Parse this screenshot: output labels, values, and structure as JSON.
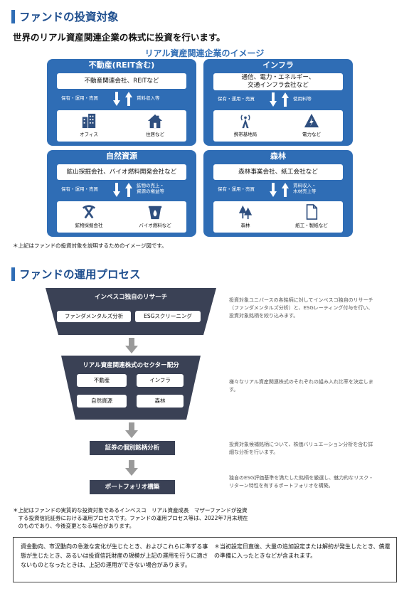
{
  "section1": {
    "title": "ファンドの投資対象"
  },
  "lead": "世界のリアル資産関連企業の株式に投資を行います。",
  "image_title": "リアル資産関連企業のイメージ",
  "colors": {
    "brand_blue": "#2f6db5",
    "dark_navy": "#3a4155",
    "heading_blue": "#1f4f8f"
  },
  "sectors": {
    "real_estate": {
      "title": "不動産(REIT含む)",
      "companies": "不動産関連会社、REITなど",
      "down_label": "保有・運用・売買",
      "up_label": "賃料収入等",
      "icons": [
        {
          "icon": "office-building-icon",
          "label": "オフィス"
        },
        {
          "icon": "house-icon",
          "label": "住居など"
        }
      ]
    },
    "infra": {
      "title": "インフラ",
      "companies_line1": "通信、電力・エネルギー、",
      "companies_line2": "交通インフラ会社など",
      "down_label": "保有・運用・売買",
      "up_label": "使用料等",
      "icons": [
        {
          "icon": "radio-tower-icon",
          "label": "携帯基地局"
        },
        {
          "icon": "lightning-icon",
          "label": "電力など"
        }
      ]
    },
    "natural": {
      "title": "自然資源",
      "companies": "鉱山採掘会社、バイオ燃料開発会社など",
      "down_label": "保有・運用・売買",
      "up_label_line1": "鉱物の売上・",
      "up_label_line2": "資源の権益等",
      "icons": [
        {
          "icon": "pickaxe-icon",
          "label": "鉱物採掘会社"
        },
        {
          "icon": "biofuel-bucket-icon",
          "label": "バイオ燃料など"
        }
      ]
    },
    "forest": {
      "title": "森林",
      "companies": "森林事業会社、紙工会社など",
      "down_label": "保有・運用・売買",
      "up_label_line1": "賃料収入・",
      "up_label_line2": "木材売上等",
      "icons": [
        {
          "icon": "trees-icon",
          "label": "森林"
        },
        {
          "icon": "paper-document-icon",
          "label": "紙工・製紙など"
        }
      ]
    }
  },
  "note1": "＊上記はファンドの投資対象を説明するためのイメージ図です。",
  "section2": {
    "title": "ファンドの運用プロセス"
  },
  "process": {
    "step1": {
      "title": "インベスコ独自のリサーチ",
      "buttons": [
        "ファンダメンタルズ分析",
        "ESGスクリーニング"
      ],
      "desc": "投資対象ユニバースの各銘柄に対してインベスコ独自のリサーチ（ファンダメンタルズ分析）と、ESGレーティング付与を行い、投資対象銘柄を絞り込みます。"
    },
    "step2": {
      "title": "リアル資産関連株式のセクター配分",
      "buttons": [
        "不動産",
        "インフラ",
        "自然資源",
        "森林"
      ],
      "desc": "様々なリアル資産関連株式のそれぞれの組み入れ比率を決定します。"
    },
    "step3": {
      "title": "証券の個別銘柄分析",
      "desc": "投資対象候補銘柄について、株価バリュエーション分析を含む詳細な分析を行います。"
    },
    "step4": {
      "title": "ポートフォリオ構築",
      "desc": "独自のESG評価基準を満たした銘柄を厳選し、魅力的なリスク・リターン特性を有するポートフォリオを構築。"
    }
  },
  "note2_line1": "＊上記はファンドの実質的な投資対象であるインベスコ　リアル資産成長　マザーファンドが投資",
  "note2_line2": "　する投資信託証券における運用プロセスです。ファンドの運用プロセス等は、2022年7月末現在",
  "note2_line3": "　のものであり、今後変更となる場合があります。",
  "box": {
    "left": "資金動向、市況動向の急激な変化が生じたとき、およびこれらに準ずる事態が生じたとき、あるいは投資信託財産の規模が上記の運用を行うに適さないものとなったときは、上記の運用ができない場合があります。",
    "right": "＊当初設定日直後、大量の追加設定または解約が発生したとき、償還の準備に入ったときなどが含まれます。"
  }
}
